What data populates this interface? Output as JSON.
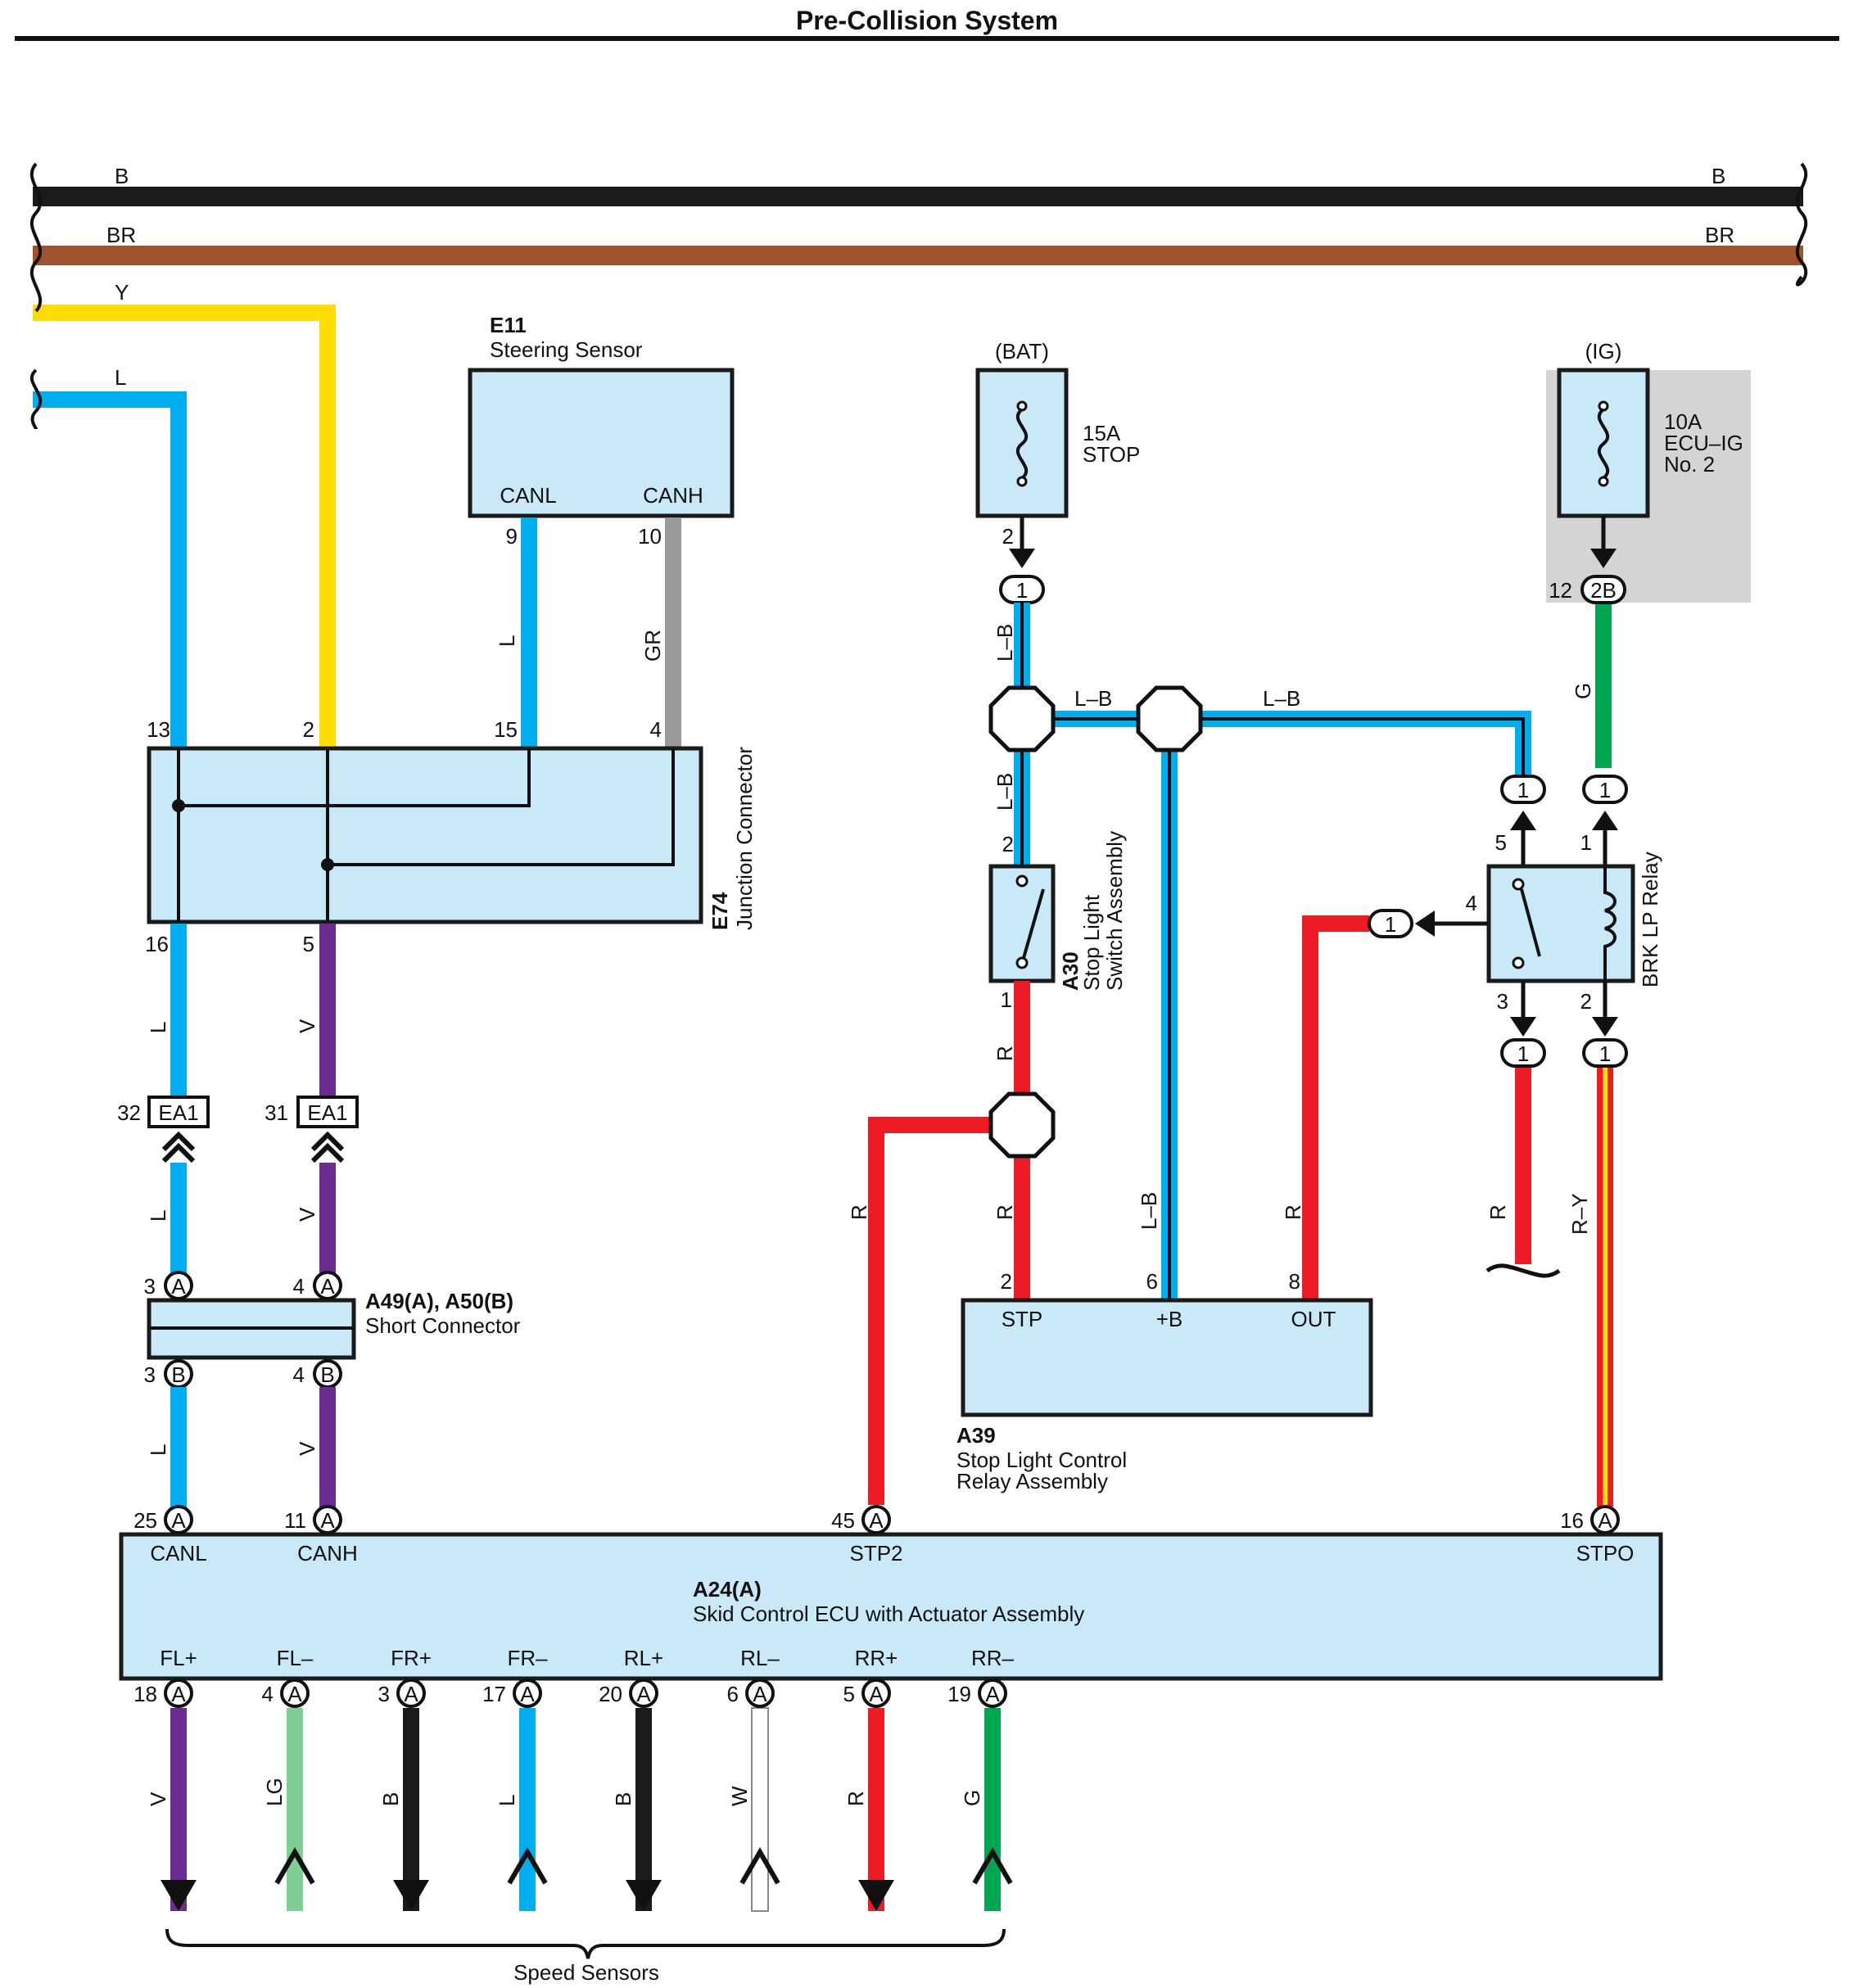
{
  "title": "Pre-Collision System",
  "colors": {
    "B": "#1a1a1a",
    "BR": "#a0522d",
    "Y": "#ffdd00",
    "L": "#00aeef",
    "GR": "#9a9a9a",
    "V": "#6a2c91",
    "R": "#ed1c24",
    "G": "#00a651",
    "LG": "#7fcf95",
    "W": "#ffffff",
    "component_fill": "#c9e8f8",
    "ig_shade": "#d4d4d4"
  },
  "bus": {
    "b": "B",
    "br": "BR",
    "y": "Y",
    "l": "L"
  },
  "e11": {
    "code": "E11",
    "name": "Steering Sensor",
    "canl": "CANL",
    "canh": "CANH",
    "pin_canl": "9",
    "pin_canh": "10",
    "wire_canl": "L",
    "wire_canh": "GR"
  },
  "e74": {
    "code": "E74",
    "name": "Junction Connector",
    "p13": "13",
    "p2": "2",
    "p15": "15",
    "p4": "4",
    "p16": "16",
    "p5": "5"
  },
  "wires_left": {
    "w16": "L",
    "w5": "V",
    "wl2": "L",
    "wv2": "V",
    "wl3": "L",
    "wv3": "V"
  },
  "ea1": {
    "label": "EA1",
    "p32": "32",
    "p31": "31"
  },
  "a49": {
    "code": "A49(A), A50(B)",
    "name": "Short Connector",
    "p3a": "3",
    "p4a": "4",
    "p3b": "3",
    "p4b": "4",
    "a": "A",
    "b": "B"
  },
  "bat": {
    "label": "(BAT)",
    "fuse_amp": "15A",
    "fuse_name": "STOP",
    "pin": "2",
    "jn": "1"
  },
  "ig": {
    "label": "(IG)",
    "fuse_amp": "10A",
    "fuse_name_1": "ECU–IG",
    "fuse_name_2": "No. 2",
    "pin": "12",
    "conn": "2B",
    "wire": "G"
  },
  "a30": {
    "code": "A30",
    "name_1": "Stop Light",
    "name_2": "Switch Assembly",
    "p2": "2",
    "p1": "1"
  },
  "lb": {
    "w1": "L–B",
    "w2": "L–B",
    "w3": "L–B",
    "w4": "L–B",
    "w5": "L–B"
  },
  "relay": {
    "name": "BRK LP Relay",
    "p5": "5",
    "p1": "1",
    "p4": "4",
    "p3": "3",
    "p2": "2",
    "jn": "1"
  },
  "a39": {
    "code": "A39",
    "name_1": "Stop Light Control",
    "name_2": "Relay Assembly",
    "stp": "STP",
    "b": "+B",
    "out": "OUT",
    "p2": "2",
    "p6": "6",
    "p8": "8"
  },
  "wires_mid": {
    "r1": "R",
    "r2": "R",
    "r3": "R",
    "r4": "R",
    "r5": "R",
    "ry": "R–Y"
  },
  "a24": {
    "code": "A24(A)",
    "name": "Skid Control ECU with Actuator Assembly",
    "top": [
      {
        "pin": "25",
        "term": "CANL"
      },
      {
        "pin": "11",
        "term": "CANH"
      },
      {
        "pin": "45",
        "term": "STP2"
      },
      {
        "pin": "16",
        "term": "STPO"
      }
    ],
    "bottom": [
      {
        "pin": "18",
        "term": "FL+",
        "wire": "V"
      },
      {
        "pin": "4",
        "term": "FL–",
        "wire": "LG"
      },
      {
        "pin": "3",
        "term": "FR+",
        "wire": "B"
      },
      {
        "pin": "17",
        "term": "FR–",
        "wire": "L"
      },
      {
        "pin": "20",
        "term": "RL+",
        "wire": "B"
      },
      {
        "pin": "6",
        "term": "RL–",
        "wire": "W"
      },
      {
        "pin": "5",
        "term": "RR+",
        "wire": "R"
      },
      {
        "pin": "19",
        "term": "RR–",
        "wire": "G"
      }
    ],
    "conn": "A"
  },
  "speed_sensors": "Speed Sensors"
}
